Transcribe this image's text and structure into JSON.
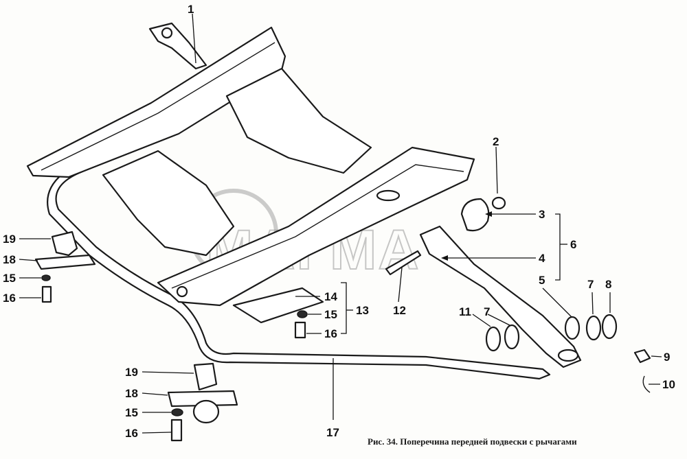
{
  "caption": "Рис. 34. Поперечина передней подвески с рычагами",
  "watermark": "МАГМА",
  "callouts": {
    "c1": "1",
    "c2": "2",
    "c3": "3",
    "c4": "4",
    "c5": "5",
    "c6": "6",
    "c7a": "7",
    "c7b": "7",
    "c8": "8",
    "c9": "9",
    "c10": "10",
    "c11": "11",
    "c12": "12",
    "c13": "13",
    "c14": "14",
    "c15a": "15",
    "c15b": "15",
    "c15c": "15",
    "c16a": "16",
    "c16b": "16",
    "c16c": "16",
    "c17": "17",
    "c18a": "18",
    "c18b": "18",
    "c19a": "19",
    "c19b": "19"
  }
}
